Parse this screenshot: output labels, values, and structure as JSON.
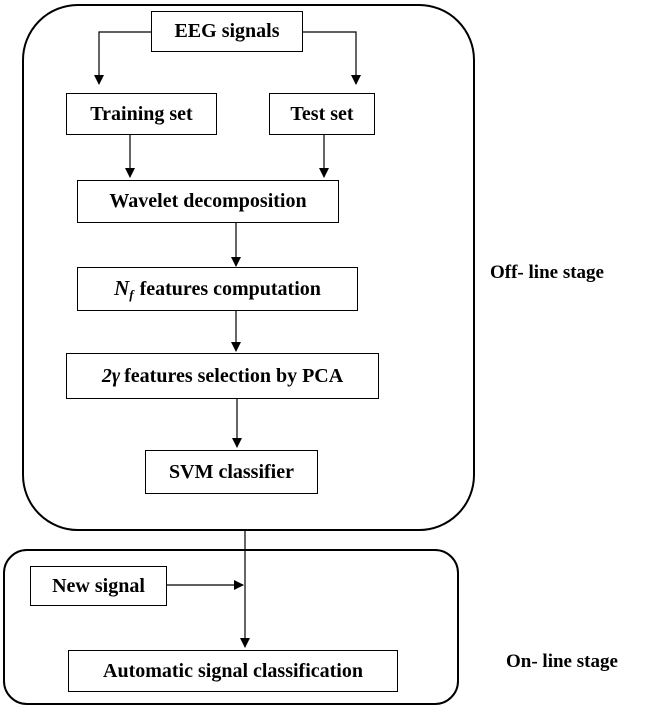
{
  "diagram": {
    "offline_stage": {
      "label": "Off- line stage",
      "nodes": {
        "eeg_signals": "EEG signals",
        "training_set": "Training set",
        "test_set": "Test set",
        "wavelet": "Wavelet decomposition",
        "nf_symbol": "N",
        "nf_subscript": "f",
        "nf_text": "features computation",
        "pca_symbol": "2γ",
        "pca_text": "features selection by PCA",
        "svm": "SVM classifier"
      }
    },
    "online_stage": {
      "label": "On- line stage",
      "nodes": {
        "new_signal": "New signal",
        "auto_class": "Automatic signal classification"
      }
    }
  }
}
